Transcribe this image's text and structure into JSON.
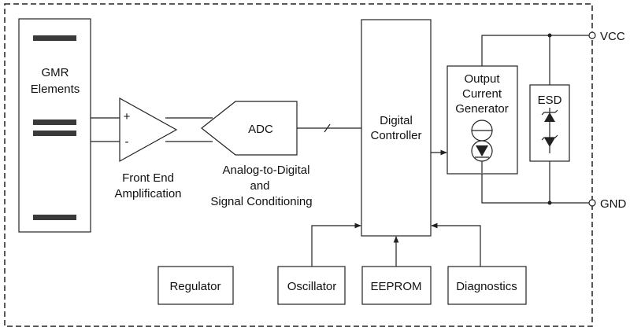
{
  "blocks": {
    "gmr": {
      "line1": "GMR",
      "line2": "Elements"
    },
    "amp": {
      "plus": "+",
      "minus": "-",
      "label_line1": "Front End",
      "label_line2": "Amplification"
    },
    "adc": {
      "title": "ADC",
      "label_line1": "Analog-to-Digital",
      "label_line2": "and",
      "label_line3": "Signal Conditioning"
    },
    "controller": {
      "line1": "Digital",
      "line2": "Controller"
    },
    "current_gen": {
      "line1": "Output",
      "line2": "Current",
      "line3": "Generator"
    },
    "esd": {
      "label": "ESD"
    },
    "regulator": {
      "label": "Regulator"
    },
    "oscillator": {
      "label": "Oscillator"
    },
    "eeprom": {
      "label": "EEPROM"
    },
    "diagnostics": {
      "label": "Diagnostics"
    }
  },
  "pins": {
    "vcc": "VCC",
    "gnd": "GND"
  },
  "colors": {
    "line": "#222222",
    "bar": "#3a3a3a",
    "background": "#ffffff"
  }
}
